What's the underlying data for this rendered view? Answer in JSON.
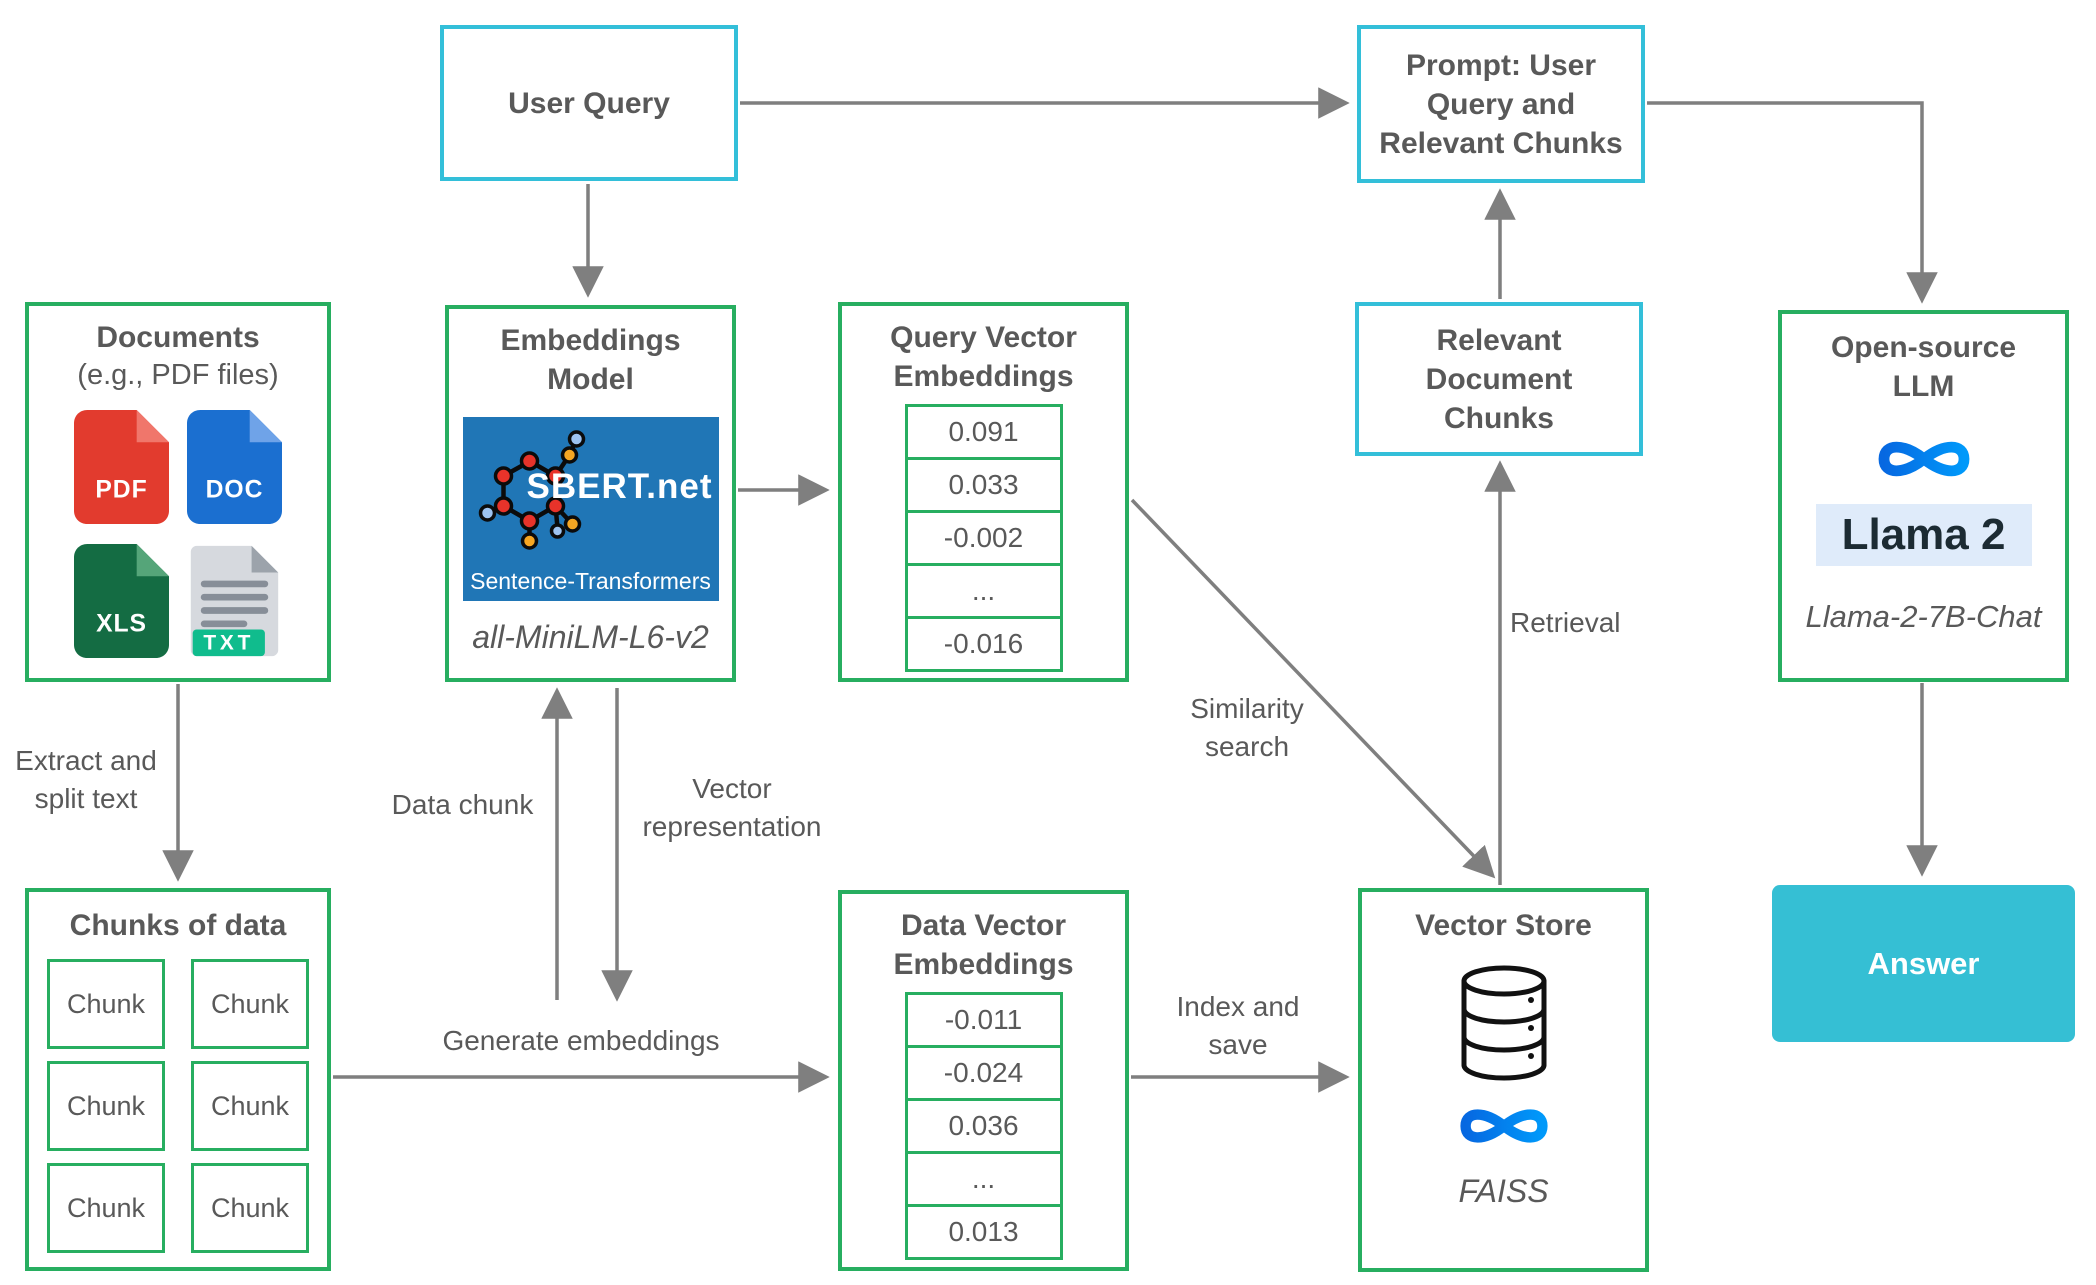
{
  "boxes": {
    "user_query": {
      "title": "User Query"
    },
    "prompt": {
      "title": "Prompt: User Query and Relevant Chunks"
    },
    "documents": {
      "title": "Documents",
      "subtitle": "(e.g., PDF files)",
      "file_types": [
        "PDF",
        "DOC",
        "XLS",
        "TXT"
      ]
    },
    "embeddings_model": {
      "title": "Embeddings Model",
      "logo_title": "SBERT.net",
      "logo_subtitle": "Sentence-Transformers",
      "model_name": "all-MiniLM-L6-v2"
    },
    "query_vector": {
      "title": "Query Vector Embeddings",
      "values": [
        "0.091",
        "0.033",
        "-0.002",
        "...",
        "-0.016"
      ]
    },
    "relevant_chunks": {
      "title": "Relevant Document Chunks"
    },
    "open_source_llm": {
      "title": "Open-source LLM",
      "product": "Llama 2",
      "model_name": "Llama-2-7B-Chat"
    },
    "chunks_of_data": {
      "title": "Chunks of data",
      "cells": [
        "Chunk",
        "Chunk",
        "Chunk",
        "Chunk",
        "Chunk",
        "Chunk"
      ]
    },
    "data_vector": {
      "title": "Data Vector Embeddings",
      "values": [
        "-0.011",
        "-0.024",
        "0.036",
        "...",
        "0.013"
      ]
    },
    "vector_store": {
      "title": "Vector Store",
      "product": "FAISS"
    },
    "answer": {
      "title": "Answer"
    }
  },
  "labels": {
    "extract_split": "Extract and split text",
    "data_chunk": "Data chunk",
    "vector_representation": "Vector representation",
    "generate_embeddings": "Generate embeddings",
    "index_save": "Index and save",
    "similarity_search": "Similarity search",
    "retrieval": "Retrieval"
  },
  "colors": {
    "green_border": "#27AE60",
    "cyan_border": "#33BFD9",
    "answer_fill": "#35BFD4",
    "arrow_gray": "#7F7F7F",
    "text_gray": "#595959",
    "sbert_blue": "#2076B6",
    "meta_blue_dark": "#0668E1",
    "meta_blue_light": "#0099FA",
    "llama_text": "#1C2B33",
    "llama_highlight": "#DFEBFA",
    "pdf_red": "#E23B2E",
    "doc_blue": "#1B6FD0",
    "xls_green": "#146C43",
    "txt_teal": "#10BC8D"
  }
}
